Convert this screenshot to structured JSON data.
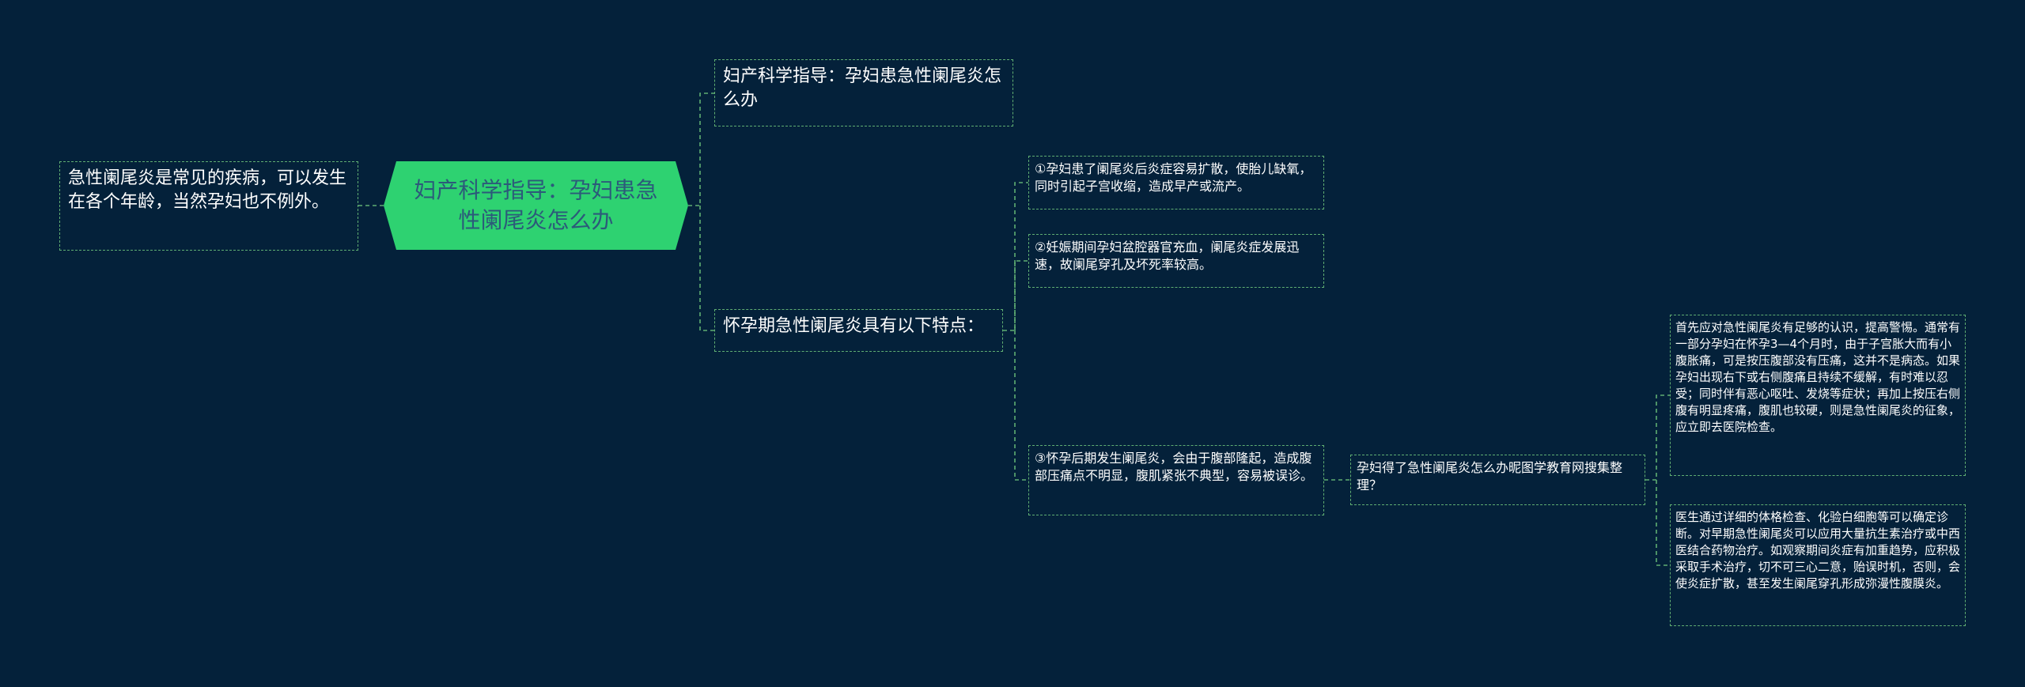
{
  "diagram": {
    "root": {
      "label": "妇产科学指导：孕妇患急性阑尾炎怎么办"
    },
    "left_note": {
      "label": "急性阑尾炎是常见的疾病，可以发生在各个年龄，当然孕妇也不例外。"
    },
    "branch_title": {
      "label": "妇产科学指导：孕妇患急性阑尾炎怎么办"
    },
    "branch_features": {
      "label": "怀孕期急性阑尾炎具有以下特点："
    },
    "features": [
      {
        "label": "①孕妇患了阑尾炎后炎症容易扩散，使胎儿缺氧，同时引起子宫收缩，造成早产或流产。"
      },
      {
        "label": "②妊娠期间孕妇盆腔器官充血，阑尾炎症发展迅速，故阑尾穿孔及坏死率较高。"
      },
      {
        "label": "③怀孕后期发生阑尾炎，会由于腹部隆起，造成腹部压痛点不明显，腹肌紧张不典型，容易被误诊。"
      }
    ],
    "source_node": {
      "label": "孕妇得了急性阑尾炎怎么办昵图学教育网搜集整理？"
    },
    "advice": [
      {
        "label": "首先应对急性阑尾炎有足够的认识，提高警惕。通常有一部分孕妇在怀孕3—4个月时，由于子宫胀大而有小腹胀痛，可是按压腹部没有压痛，这并不是病态。如果孕妇出现右下或右侧腹痛且持续不缓解，有时难以忍受；同时伴有恶心呕吐、发烧等症状；再加上按压右侧腹有明显疼痛，腹肌也较硬，则是急性阑尾炎的征象，应立即去医院检查。"
      },
      {
        "label": "医生通过详细的体格检查、化验白细胞等可以确定诊断。对早期急性阑尾炎可以应用大量抗生素治疗或中西医结合药物治疗。如观察期间炎症有加重趋势，应积极采取手术治疗，切不可三心二意，贻误时机，否则，会使炎症扩散，甚至发生阑尾穿孔形成弥漫性腹膜炎。"
      }
    ]
  },
  "colors": {
    "background": "#04213a",
    "root_fill": "#2ed271",
    "root_text": "#2c5a7a",
    "line": "#5fae72",
    "text": "#ffffff"
  }
}
